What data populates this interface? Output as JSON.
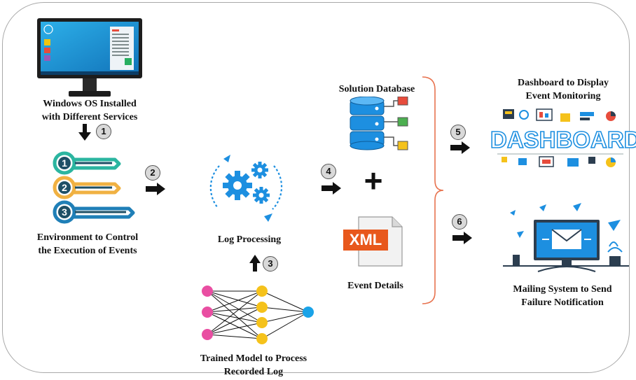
{
  "labels": {
    "windows": [
      "Windows OS Installed",
      "with Different Services"
    ],
    "environment": [
      "Environment to Control",
      "the Execution of Events"
    ],
    "log_processing": "Log Processing",
    "trained_model": [
      "Trained Model to Process",
      "Recorded Log"
    ],
    "solution_db": "Solution Database",
    "event_details": "Event Details",
    "dashboard_label": [
      "Dashboard to Display",
      "Event Monitoring"
    ],
    "mailing": [
      "Mailing System to Send",
      "Failure Notification"
    ]
  },
  "steps": [
    "1",
    "2",
    "3",
    "4",
    "5",
    "6"
  ],
  "environment_keys": [
    "1",
    "2",
    "3"
  ],
  "plus_sign": "+",
  "xml_badge": "XML",
  "dashboard_word": "DASHBOARD",
  "icons": {
    "monitor": "windows-monitor-icon",
    "keys": "numbered-keys-icon",
    "gears": "gears-cycle-icon",
    "network": "neural-network-icon",
    "database": "database-icon",
    "xml": "xml-file-icon",
    "dashboard": "dashboard-illustration-icon",
    "mail": "mail-computer-icon"
  },
  "colors": {
    "key1": "#2bb5a0",
    "key2": "#f0b142",
    "key3": "#1f7fb7",
    "gear_blue": "#1d8fe0",
    "db_blue": "#1d8fe0",
    "xml_orange": "#e8581c",
    "node_pink": "#e94ea2",
    "node_yellow": "#f5c21b",
    "node_blue": "#1aa3e8",
    "bracket": "#e8734f"
  }
}
